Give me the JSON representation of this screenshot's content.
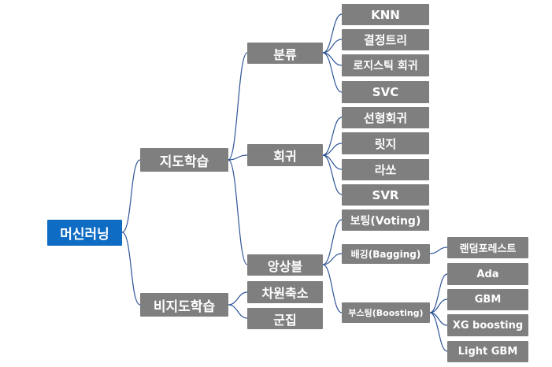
{
  "colors": {
    "root": "#0e6cc4",
    "node": "#7f7f7f",
    "text": "#ffffff",
    "connector": "#2f5597"
  },
  "root": {
    "label": "머신러닝"
  },
  "supervised": {
    "label": "지도학습",
    "classification": {
      "label": "분류",
      "items": [
        "KNN",
        "결정트리",
        "로지스틱 회귀",
        "SVC"
      ]
    },
    "regression": {
      "label": "회귀",
      "items": [
        "선형회귀",
        "릿지",
        "라쏘",
        "SVR"
      ]
    },
    "ensemble": {
      "label": "앙상블",
      "voting": "보팅(Voting)",
      "bagging": {
        "label": "배깅(Bagging)",
        "items": [
          "랜덤포레스트"
        ]
      },
      "boosting": {
        "label": "부스팅(Boosting)",
        "items": [
          "Ada",
          "GBM",
          "XG boosting",
          "Light GBM"
        ]
      }
    }
  },
  "unsupervised": {
    "label": "비지도학습",
    "items": [
      "차원축소",
      "군집"
    ]
  }
}
